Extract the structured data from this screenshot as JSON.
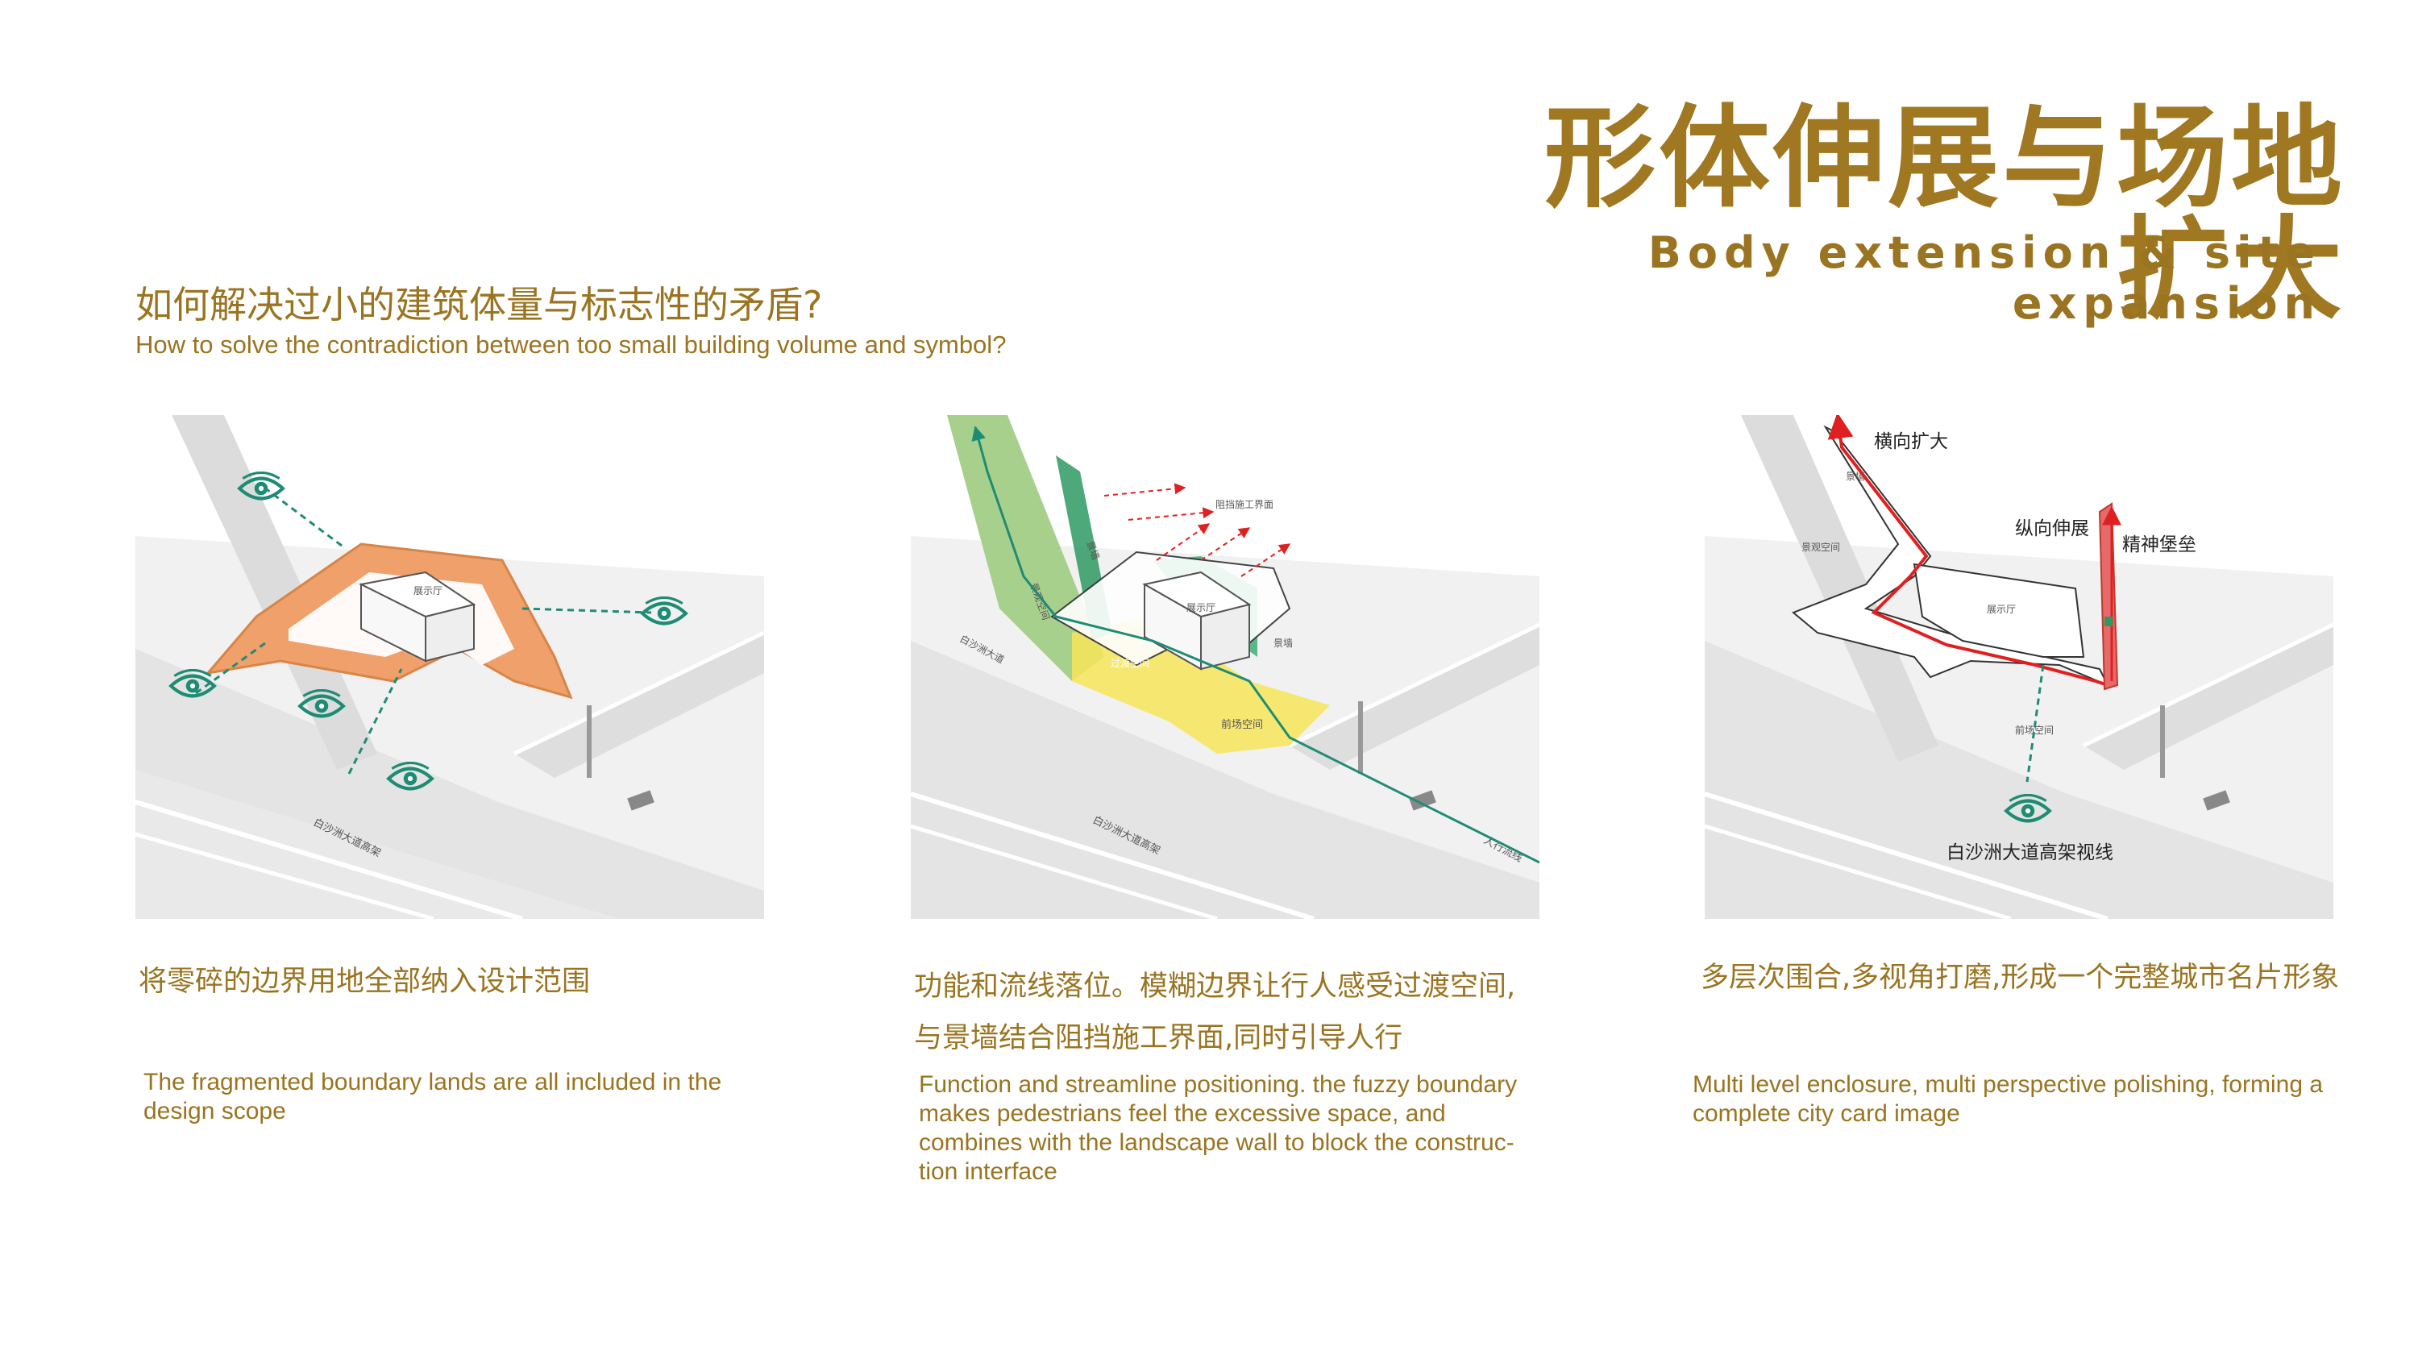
{
  "header": {
    "title_cn": "形体伸展与场地扩大",
    "title_en": "Body extension & site expansion"
  },
  "question": {
    "cn": "如何解决过小的建筑体量与标志性的矛盾?",
    "en": "How to solve the contradiction between too small building volume and symbol?"
  },
  "colors": {
    "gold": "#9a7420",
    "boundary_orange": "#f0a06a",
    "eye_teal": "#1e8c74",
    "green_wall": "#2e9a62",
    "light_green": "#a8d08d",
    "yellow": "#f7e55a",
    "red_arrow": "#e02020"
  },
  "panel1": {
    "labels": {
      "hall": "展示厅",
      "road": "白沙洲大道高架"
    },
    "icons": [
      "eye-icon",
      "eye-icon",
      "eye-icon",
      "eye-icon",
      "eye-icon"
    ]
  },
  "panel2": {
    "labels": {
      "hall": "展示厅",
      "scene_wall_a": "景墙",
      "scene_wall_b": "景墙",
      "view_space": "景观空间",
      "front_space": "前场空间",
      "block_face": "阻挡施工界面",
      "avenue": "白沙洲大道",
      "road": "白沙洲大道高架",
      "pedestrian": "人行流线",
      "transition": "过渡空间"
    }
  },
  "panel3": {
    "labels": {
      "horizontal": "横向扩大",
      "vertical": "纵向伸展",
      "spirit": "精神堡垒",
      "hall": "展示厅",
      "scene_wall": "景墙",
      "view_space": "景观空间",
      "front_space": "前场空间",
      "sightline": "白沙洲大道高架视线"
    }
  },
  "captions": [
    {
      "cn": [
        "将零碎的边界用地全部纳入设计范围"
      ],
      "en": "The fragmented boundary lands are all included in the design scope"
    },
    {
      "cn": [
        "功能和流线落位。模糊边界让行人感受过渡空间,",
        "与景墙结合阻挡施工界面,同时引导人行"
      ],
      "en": "Function and streamline positioning. the fuzzy boundary makes pedestrians feel the excessive space, and combines with the landscape wall to block the construc-tion interface"
    },
    {
      "cn": [
        "多层次围合,多视角打磨,形成一个完整城市名片形象"
      ],
      "en": "Multi level enclosure, multi perspective polishing, forming a complete city card image"
    }
  ]
}
